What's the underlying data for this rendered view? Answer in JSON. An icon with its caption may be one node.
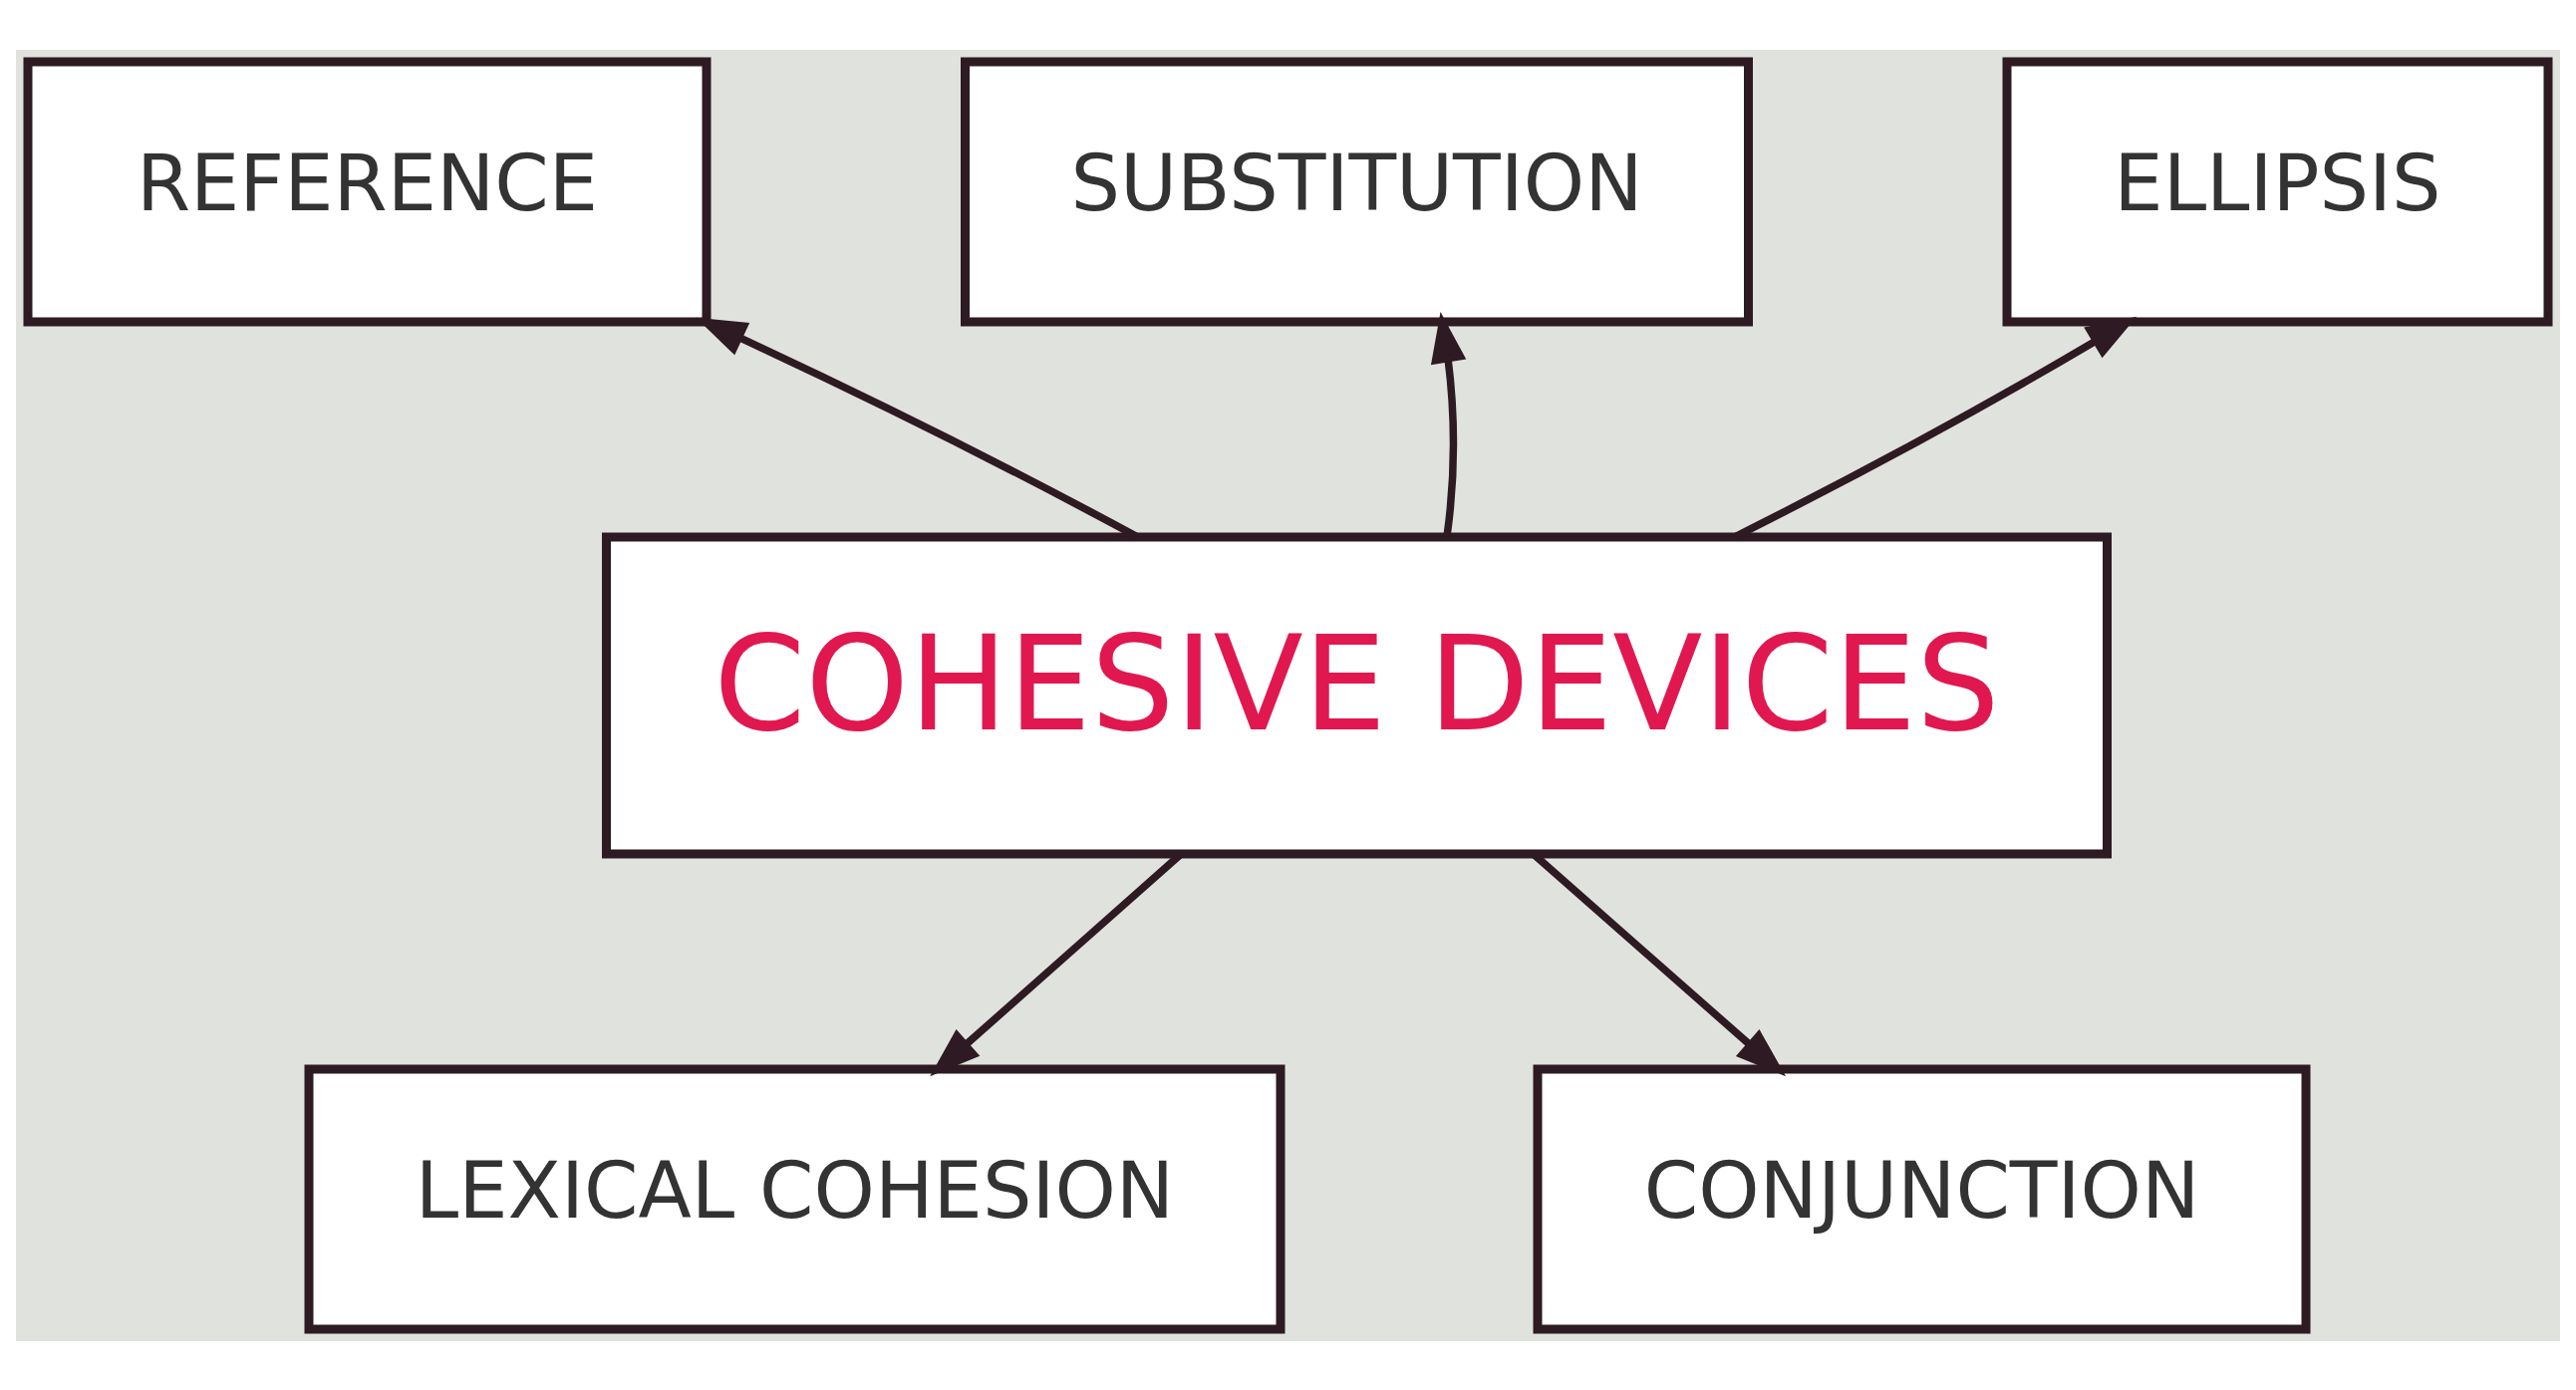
{
  "diagram": {
    "nodes": [
      {
        "text": [
          "REFERENCE"
        ]
      },
      {
        "text": [
          "SUBSTITUTION"
        ]
      },
      {
        "text": [
          "ELLIPSIS"
        ]
      },
      {
        "text": [
          "COHESIVE DEVICES"
        ]
      },
      {
        "text": [
          "LEXICAL COHESION"
        ]
      },
      {
        "text": [
          "CONJUNCTION"
        ]
      }
    ],
    "edges": [
      {
        "from": 3,
        "to": 0,
        "arrow": "to"
      },
      {
        "from": 3,
        "to": 1,
        "arrow": "to"
      },
      {
        "from": 3,
        "to": 2,
        "arrow": "to"
      },
      {
        "from": 3,
        "to": 4,
        "arrow": "to"
      },
      {
        "from": 3,
        "to": 5,
        "arrow": "to"
      }
    ]
  }
}
